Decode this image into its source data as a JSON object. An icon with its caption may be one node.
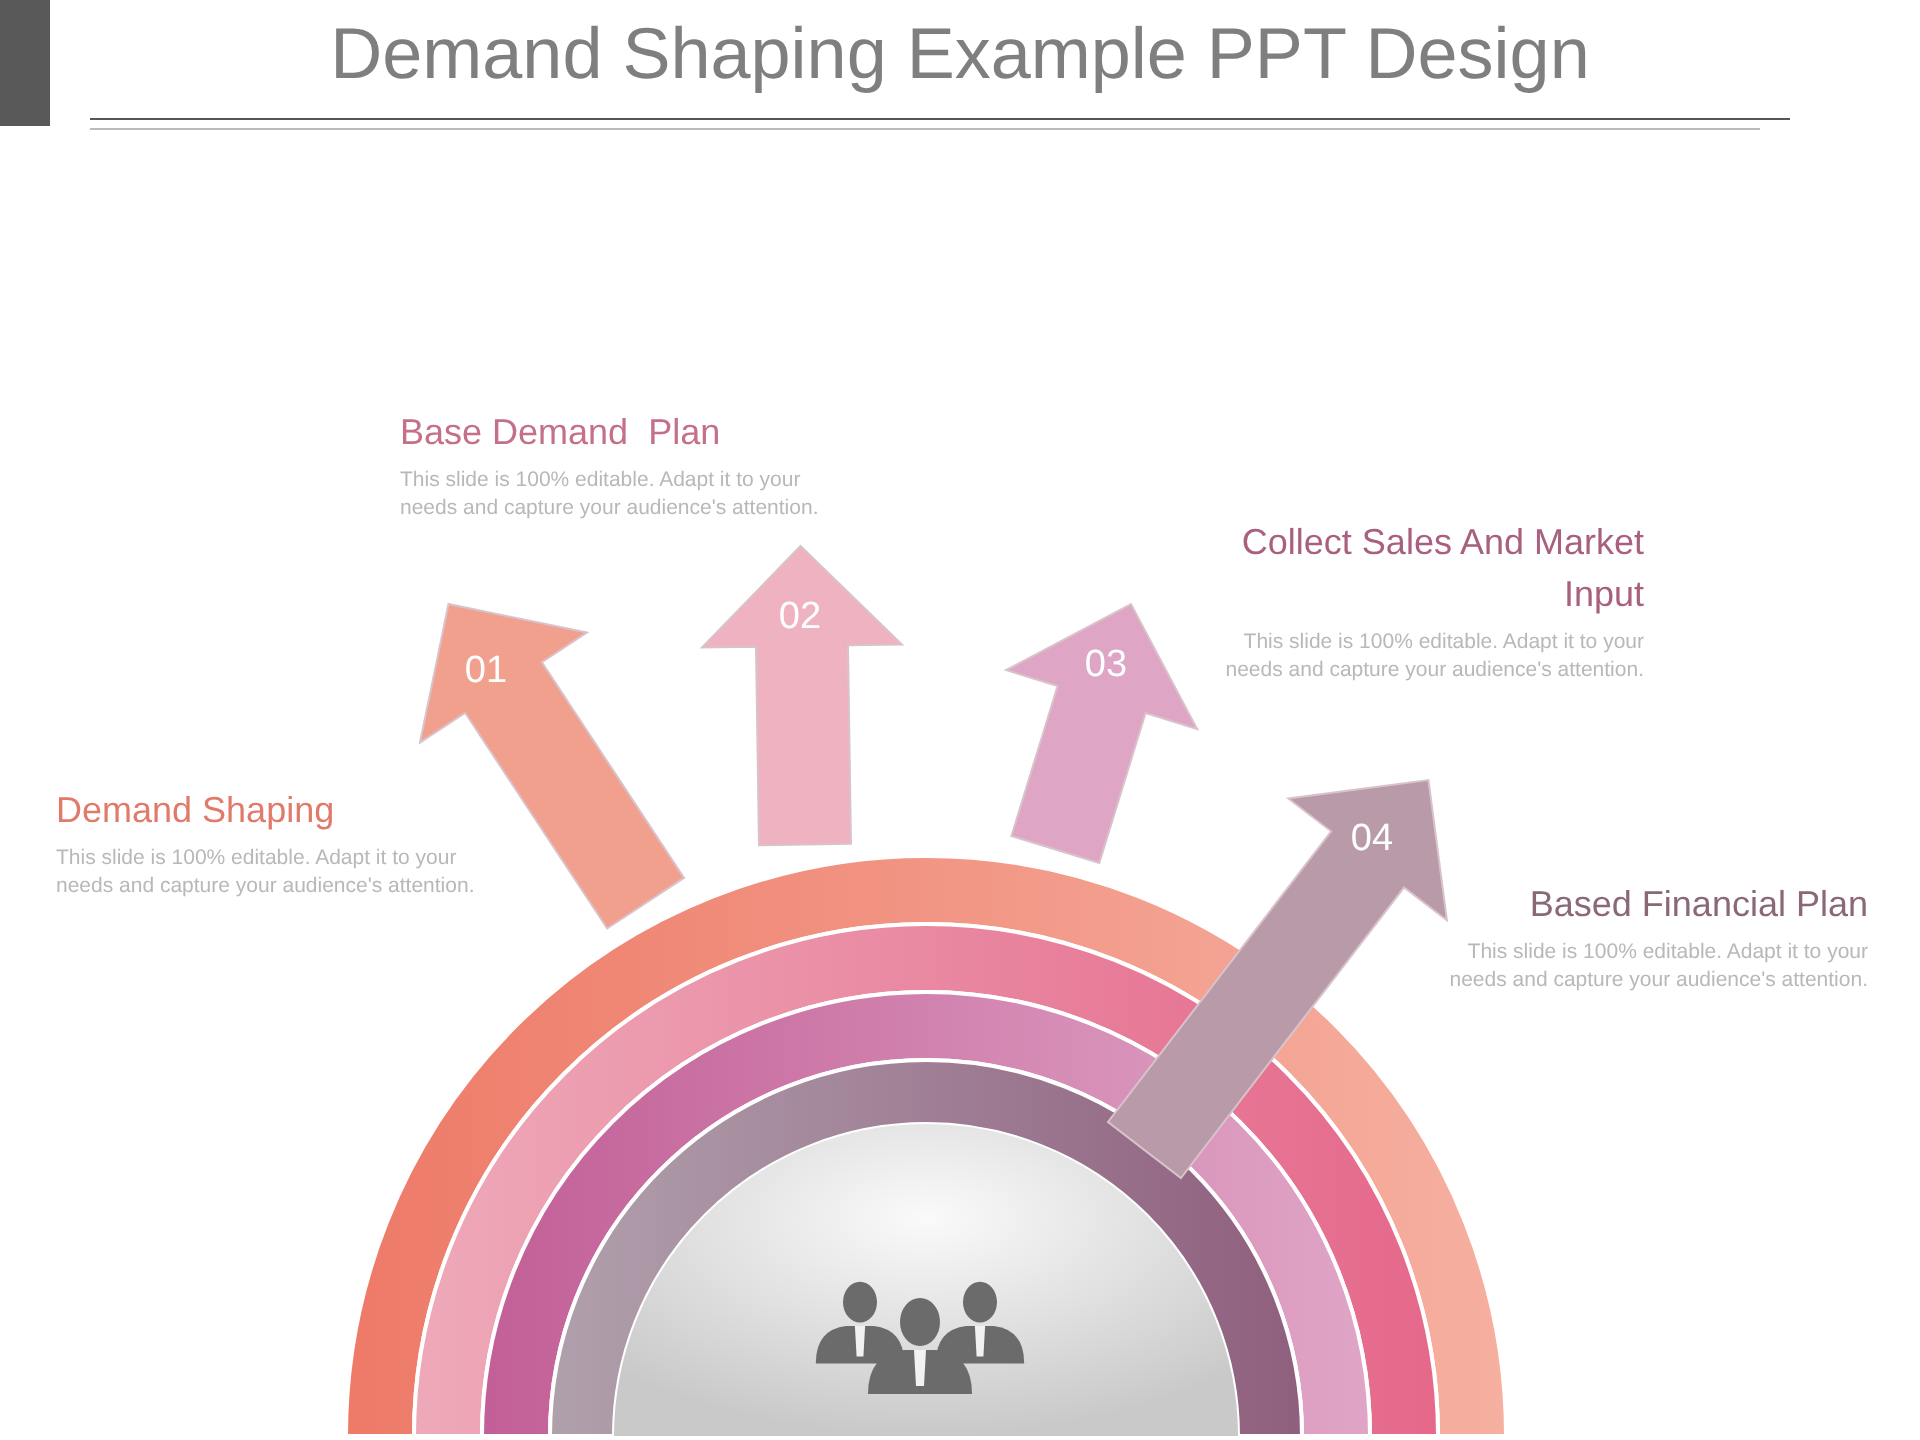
{
  "diagram": {
    "title": "Demand Shaping Example PPT Design",
    "nodes": [
      {
        "text": [
          "01"
        ],
        "beside": [
          "Demand Shaping",
          "This slide is 100% editable. Adapt it to your needs and capture your audience's attention."
        ]
      },
      {
        "text": [
          "02"
        ],
        "beside": [
          "Base Demand  Plan",
          "This slide is 100% editable. Adapt it to your needs and capture your audience's attention."
        ]
      },
      {
        "text": [
          "03"
        ],
        "beside": [
          "Collect Sales And Market Input",
          "This slide is 100% editable. Adapt it to your needs and capture your audience's attention."
        ]
      },
      {
        "text": [
          "04"
        ],
        "beside": [
          "Based Financial Plan",
          "This slide is 100% editable. Adapt it to your needs and capture your audience's attention."
        ]
      }
    ]
  }
}
